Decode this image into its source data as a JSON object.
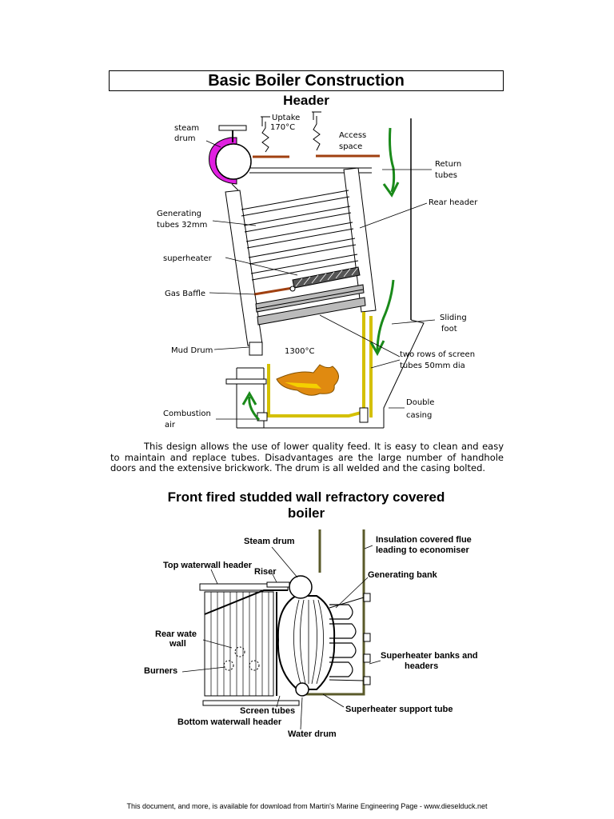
{
  "title": "Basic Boiler Construction",
  "section1": {
    "heading": "Header",
    "labels": {
      "steam_drum_1": "steam",
      "steam_drum_2": "drum",
      "uptake_1": "Uptake",
      "uptake_2": "170°C",
      "access_1": "Access",
      "access_2": "space",
      "return_1": "Return",
      "return_2": "tubes",
      "rear_header": "Rear header",
      "gen_1": "Generating",
      "gen_2": "tubes 32mm",
      "superheater": "superheater",
      "gas_baffle": "Gas Baffle",
      "sliding_1": "Sliding",
      "sliding_2": "foot",
      "mud_drum": "Mud Drum",
      "temp": "1300°C",
      "screen_1": "two rows of screen",
      "screen_2": "tubes 50mm dia",
      "double_1": "Double",
      "double_2": "casing",
      "comb_1": "Combustion",
      "comb_2": "air"
    }
  },
  "paragraph": "This design allows the use of lower quality feed. It is easy to clean and easy to maintain and replace tubes. Disadvantages are the large number of handhole doors and the extensive brickwork. The drum is all welded and the casing bolted.",
  "section2": {
    "heading_1": "Front fired studded wall refractory covered",
    "heading_2": "boiler",
    "labels": {
      "steam_drum": "Steam drum",
      "insul_1": "Insulation covered flue",
      "insul_2": "leading to economiser",
      "top_header": "Top waterwall header",
      "riser": "Riser",
      "gen_bank": "Generating bank",
      "rear_1": "Rear wate",
      "rear_2": "wall",
      "burners": "Burners",
      "sh_1": "Superheater banks and",
      "sh_2": "headers",
      "screen": "Screen tubes",
      "sh_support": "Superheater support tube",
      "bottom_header": "Bottom waterwall  header",
      "water_drum": "Water drum"
    }
  },
  "footer": "This document, and more, is available for download from Martin's Marine Engineering Page - www.dieselduck.net",
  "colors": {
    "steam_drum_shell": "#e020e0",
    "flame": "#e08a10",
    "screen_casing": "#d4c000",
    "flow_arrow": "#1a8a1a",
    "baffle": "#a04010",
    "flue": "#5a5a2a"
  }
}
